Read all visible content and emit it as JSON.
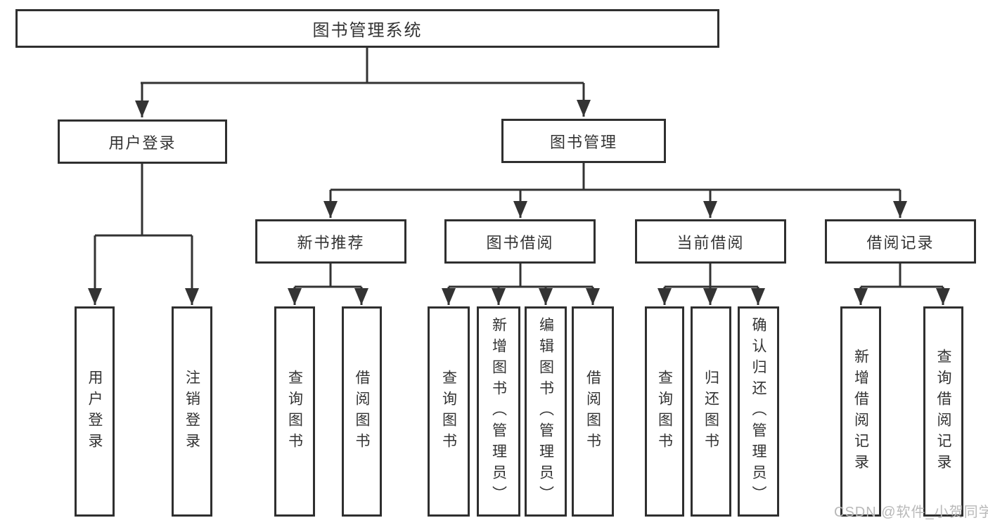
{
  "diagram_title": "图书管理系统",
  "nodes": {
    "root": "图书管理系统",
    "user_login": "用户登录",
    "book_mgmt": "图书管理",
    "new_book_rec": "新书推荐",
    "book_borrow": "图书借阅",
    "current_borrow": "当前借阅",
    "borrow_record": "借阅记录",
    "ul_login": "用户登录",
    "ul_logout": "注销登录",
    "nb_query": "查询图书",
    "nb_borrow": "借阅图书",
    "bb_query": "查询图书",
    "bb_add": "新增图书（管理员）",
    "bb_edit": "编辑图书（管理员）",
    "bb_borrow": "借阅图书",
    "cb_query": "查询图书",
    "cb_return": "归还图书",
    "cb_confirm": "确认归还（管理员）",
    "br_add": "新增借阅记录",
    "br_query": "查询借阅记录"
  },
  "watermark": {
    "text": "CSDN @软件_小贺同学"
  },
  "colors": {
    "line": "#333333",
    "border": "#2f2f2f",
    "text": "#333333",
    "watermark": "#b9b9b9",
    "background": "#ffffff"
  }
}
